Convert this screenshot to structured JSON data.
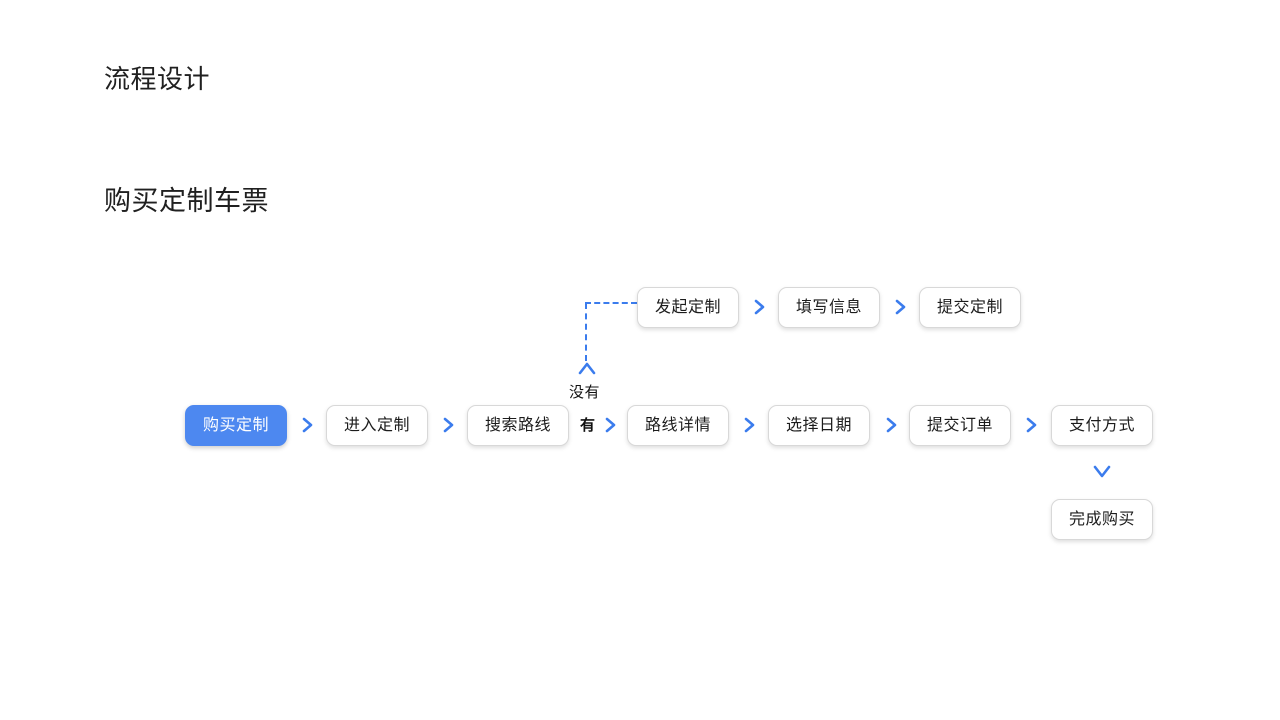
{
  "page": {
    "title": "流程设计",
    "subtitle": "购买定制车票"
  },
  "flow": {
    "main_nodes": [
      {
        "label": "购买定制",
        "state": "active"
      },
      {
        "label": "进入定制",
        "state": "default"
      },
      {
        "label": "搜索路线",
        "state": "default"
      },
      {
        "label": "路线详情",
        "state": "default"
      },
      {
        "label": "选择日期",
        "state": "default"
      },
      {
        "label": "提交订单",
        "state": "default"
      },
      {
        "label": "支付方式",
        "state": "default"
      }
    ],
    "branch_nodes": [
      {
        "label": "发起定制",
        "state": "default"
      },
      {
        "label": "填写信息",
        "state": "default"
      },
      {
        "label": "提交定制",
        "state": "default"
      }
    ],
    "final_node": {
      "label": "完成购买",
      "state": "default"
    },
    "branch_labels": {
      "no": "没有",
      "yes": "有"
    },
    "icons": {
      "arrow_right": "chevron-right-icon",
      "arrow_up": "chevron-up-icon",
      "arrow_down": "chevron-down-icon"
    },
    "colors": {
      "accent": "#3b7ced",
      "active_node": "#4d88f0",
      "node_border": "#d8d8d8",
      "node_background": "#ffffff",
      "text": "#1c1c1c",
      "heading": "#202020"
    }
  }
}
